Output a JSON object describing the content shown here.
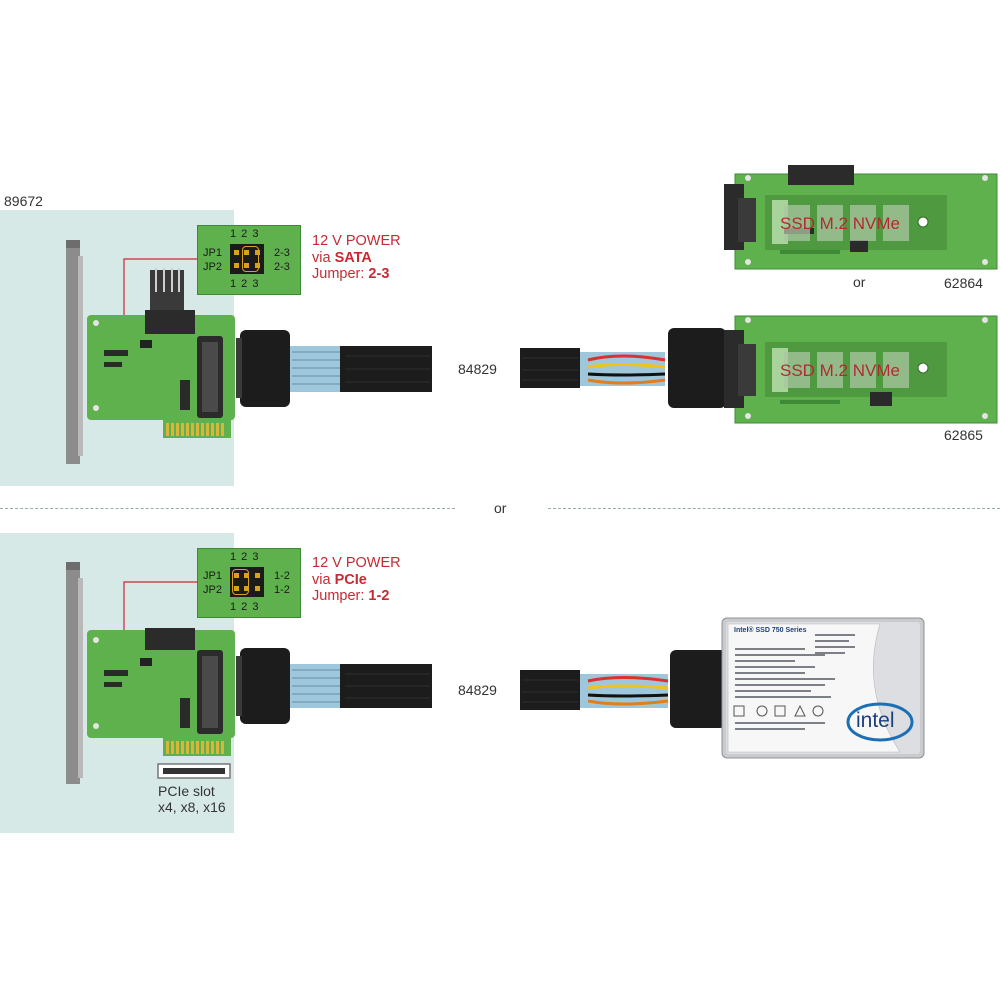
{
  "top": {
    "card_id": "89672",
    "jumper": {
      "row_top": "1 2 3",
      "row_bottom": "1 2 3",
      "jp1": "JP1",
      "jp2": "JP2",
      "jp1_setting": "2-3",
      "jp2_setting": "2-3"
    },
    "power": {
      "line1": "12 V POWER",
      "line2_prefix": "via ",
      "line2_bold": "SATA",
      "line3_prefix": "Jumper: ",
      "line3_bold": "2-3"
    },
    "cable_id": "84829",
    "board1": {
      "text": "SSD M.2 NVMe",
      "id": "62864"
    },
    "or_text": "or",
    "board2": {
      "text": "SSD M.2 NVMe",
      "id": "62865"
    }
  },
  "separator_or": "or",
  "bottom": {
    "jumper": {
      "row_top": "1 2 3",
      "row_bottom": "1 2 3",
      "jp1": "JP1",
      "jp2": "JP2",
      "jp1_setting": "1-2",
      "jp2_setting": "1-2"
    },
    "power": {
      "line1": "12 V POWER",
      "line2_prefix": "via ",
      "line2_bold": "PCIe",
      "line3_prefix": "Jumper: ",
      "line3_bold": "1-2"
    },
    "cable_id": "84829",
    "slot_label_1": "PCIe slot",
    "slot_label_2": "x4, x8, x16",
    "ssd": {
      "series": "Intel® SSD 750 Series",
      "brand": "intel"
    }
  },
  "colors": {
    "panel": "#d6e9e7",
    "pcb": "#5fb14e",
    "accent_red": "#c62a33",
    "cable": "#1c1c1c"
  }
}
